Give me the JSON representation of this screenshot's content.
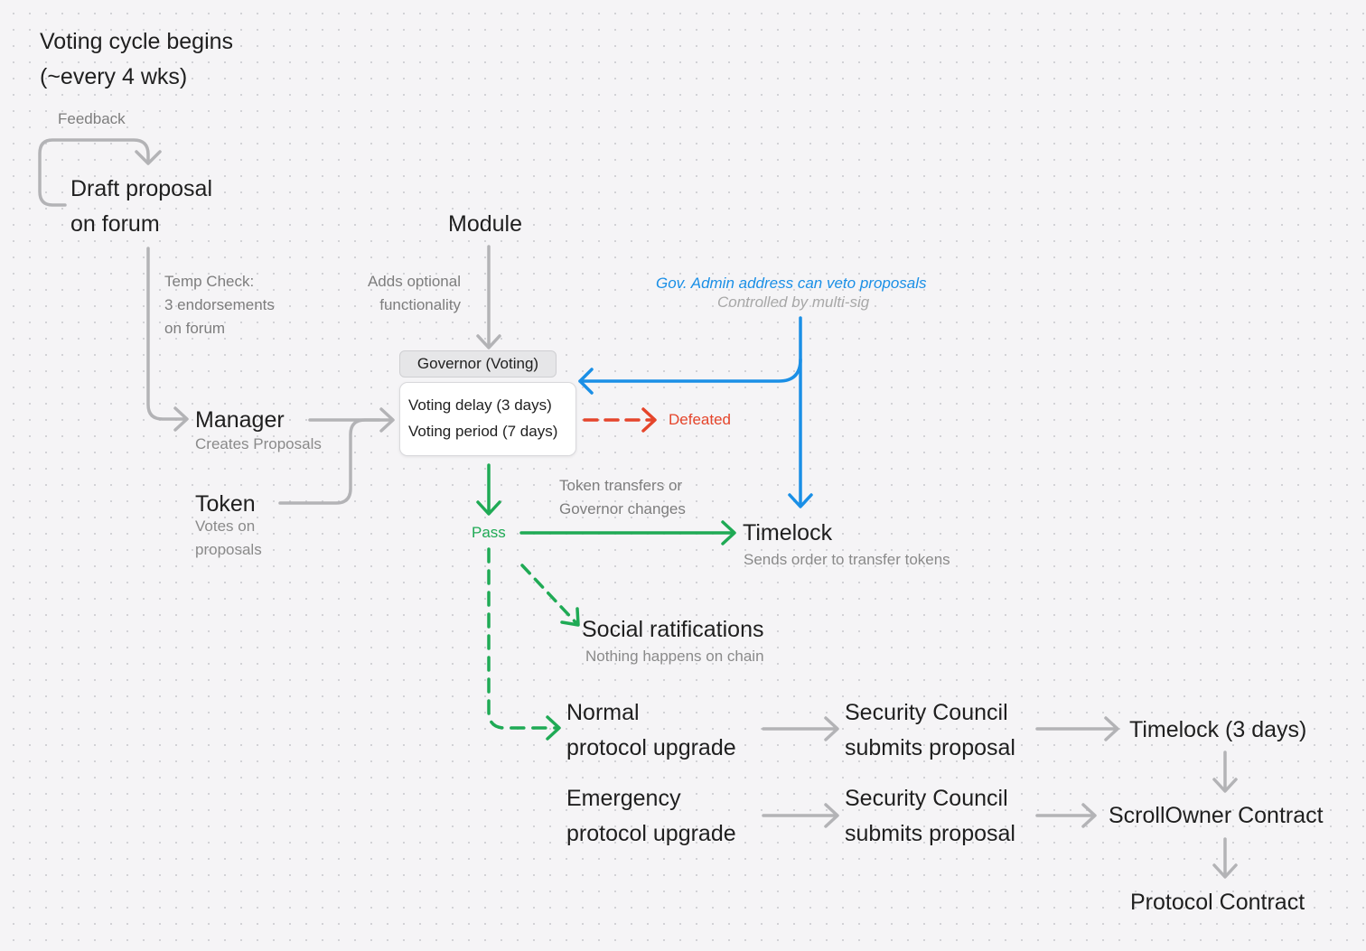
{
  "header": {
    "title_line1": "Voting cycle begins",
    "title_line2": "(~every 4 wks)"
  },
  "feedback_label": "Feedback",
  "draft": {
    "line1": "Draft proposal",
    "line2": "on forum"
  },
  "temp_check": {
    "line1": "Temp Check:",
    "line2": "3 endorsements",
    "line3": "on forum"
  },
  "module": {
    "title": "Module",
    "note_line1": "Adds optional",
    "note_line2": "functionality"
  },
  "veto": {
    "title": "Gov. Admin address can veto proposals",
    "subtitle": "Controlled by multi-sig"
  },
  "governor": {
    "title": "Governor (Voting)",
    "delay": "Voting delay (3 days)",
    "period": "Voting period (7 days)"
  },
  "manager": {
    "title": "Manager",
    "subtitle": "Creates Proposals"
  },
  "token": {
    "title": "Token",
    "subtitle_line1": "Votes on",
    "subtitle_line2": "proposals"
  },
  "defeated_label": "Defeated",
  "pass_label": "Pass",
  "transfer_note": {
    "line1": "Token transfers or",
    "line2": "Governor changes"
  },
  "timelock": {
    "title": "Timelock",
    "subtitle": "Sends order to transfer tokens"
  },
  "social": {
    "title": "Social ratifications",
    "subtitle": "Nothing happens on chain"
  },
  "normal_upgrade": {
    "line1": "Normal",
    "line2": "protocol upgrade"
  },
  "emergency_upgrade": {
    "line1": "Emergency",
    "line2": "protocol upgrade"
  },
  "security_council_1": {
    "line1": "Security Council",
    "line2": "submits proposal"
  },
  "security_council_2": {
    "line1": "Security Council",
    "line2": "submits proposal"
  },
  "timelock_3days": "Timelock (3 days)",
  "scrollowner": "ScrollOwner Contract",
  "protocol_contract": "Protocol Contract",
  "colors": {
    "gray_arrow": "#b3b3b6",
    "blue_arrow": "#1a8fe6",
    "green_arrow": "#1faa55",
    "red_arrow": "#e5452b"
  }
}
